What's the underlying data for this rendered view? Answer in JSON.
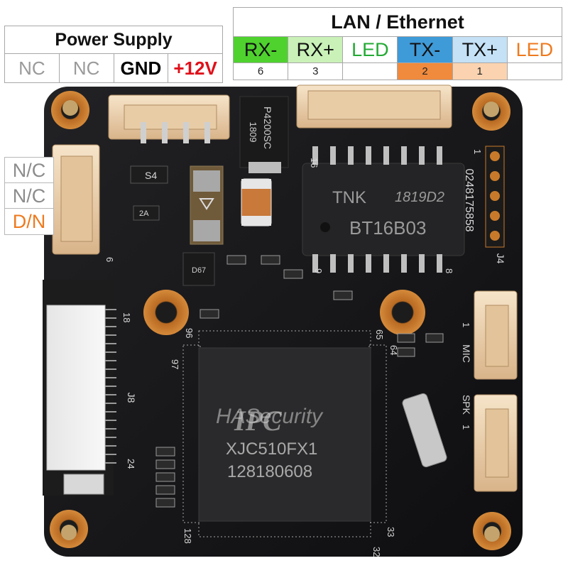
{
  "power_supply": {
    "title": "Power Supply",
    "pins": [
      {
        "label": "NC",
        "color": "#9a9a9a",
        "bold": false
      },
      {
        "label": "NC",
        "color": "#9a9a9a",
        "bold": false
      },
      {
        "label": "GND",
        "color": "#000000",
        "bold": true
      },
      {
        "label": "+12V",
        "color": "#e0101a",
        "bold": true
      }
    ]
  },
  "lan": {
    "title": "LAN / Ethernet",
    "signals": [
      {
        "label": "RX-",
        "number": "6",
        "bg": "#4fd12e",
        "fg": "#111111",
        "num_bg": "#ffffff"
      },
      {
        "label": "RX+",
        "number": "3",
        "bg": "#c9f1b8",
        "fg": "#111111",
        "num_bg": "#ffffff"
      },
      {
        "label": "LED",
        "number": "",
        "bg": "#ffffff",
        "fg": "#22aa33",
        "num_bg": "#ffffff"
      },
      {
        "label": "TX-",
        "number": "2",
        "bg": "#3f9ad8",
        "fg": "#111111",
        "num_bg": "#f08a3c"
      },
      {
        "label": "TX+",
        "number": "1",
        "bg": "#c4e1f6",
        "fg": "#111111",
        "num_bg": "#fbd3b0"
      },
      {
        "label": "LED",
        "number": "",
        "bg": "#ffffff",
        "fg": "#ee7a1e",
        "num_bg": "#ffffff"
      }
    ]
  },
  "side_pins": [
    {
      "label": "N/C",
      "color": "#8c8c8c"
    },
    {
      "label": "N/C",
      "color": "#8c8c8c"
    },
    {
      "label": "D/N",
      "color": "#ee7a1e"
    }
  ],
  "board": {
    "transformer_brand": "TNK",
    "transformer_date": "1819D2",
    "transformer_part": "BT16B03",
    "chip_logo": "IPC",
    "chip_model": "XJC510FX1",
    "chip_code": "128180608",
    "watermark": "HASecurity",
    "mosfet_code": "P4200SC",
    "mosfet_date": "1809",
    "pcb_code": "0248175858",
    "regulator_mark": "S4",
    "diode_mark": "2A",
    "ic_small_mark": "D67",
    "ref_j4": "J4",
    "ref_j8": "J8",
    "ref_mic": "MIC",
    "ref_spk": "SPK",
    "pin_16": "16",
    "pin_1": "1",
    "pin_8": "8",
    "pin_9": "9",
    "pin_6": "6",
    "pin_18": "18",
    "pin_96": "96",
    "pin_97": "97",
    "pin_65": "65",
    "pin_64": "64",
    "pin_24": "24",
    "pin_128": "128",
    "pin_32": "32",
    "pin_33": "33",
    "pin_11a": "1",
    "pin_11b": "1"
  },
  "colors": {
    "pcb": "#17171a",
    "pad_copper": "#c87a2a",
    "connector": "#efd7b8",
    "chip": "#2a2a2c",
    "silkscreen": "#d8d8d8"
  }
}
